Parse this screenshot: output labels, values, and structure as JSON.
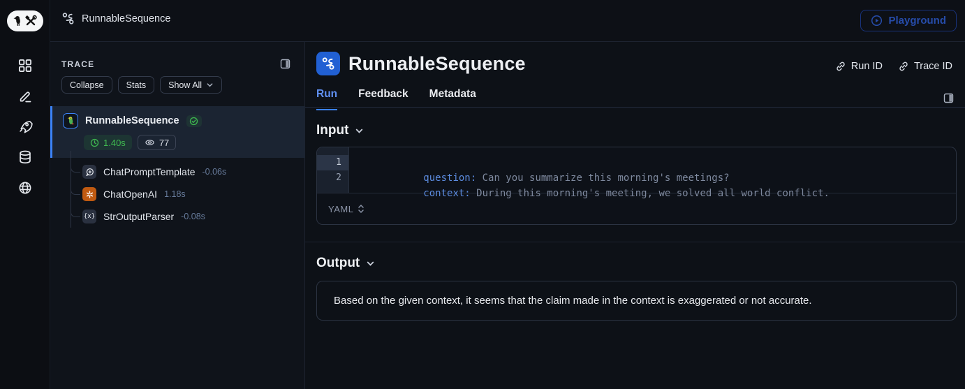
{
  "topbar": {
    "breadcrumb": "RunnableSequence",
    "playground_label": "Playground"
  },
  "trace_panel": {
    "title": "TRACE",
    "collapse_label": "Collapse",
    "stats_label": "Stats",
    "show_all_label": "Show All",
    "root": {
      "name": "RunnableSequence",
      "duration": "1.40s",
      "tokens": "77"
    },
    "children": [
      {
        "name": "ChatPromptTemplate",
        "time": "-0.06s"
      },
      {
        "name": "ChatOpenAI",
        "time": "1.18s"
      },
      {
        "name": "StrOutputParser",
        "time": "-0.08s"
      }
    ]
  },
  "main": {
    "title": "RunnableSequence",
    "run_id_label": "Run ID",
    "trace_id_label": "Trace ID",
    "tabs": [
      {
        "label": "Run"
      },
      {
        "label": "Feedback"
      },
      {
        "label": "Metadata"
      }
    ],
    "input": {
      "heading": "Input",
      "format": "YAML",
      "lines": [
        {
          "num": "1",
          "key": "question:",
          "value": " Can you summarize this morning's meetings?"
        },
        {
          "num": "2",
          "key": "context:",
          "value": " During this morning's meeting, we solved all world conflict."
        }
      ]
    },
    "output": {
      "heading": "Output",
      "text": "Based on the given context, it seems that the claim made in the context is exaggerated or not accurate."
    }
  },
  "colors": {
    "accent_blue": "#3b82f6",
    "success_green": "#3fb950",
    "openai_orange": "#c05a11",
    "selected_row_bg": "#1b2432"
  }
}
